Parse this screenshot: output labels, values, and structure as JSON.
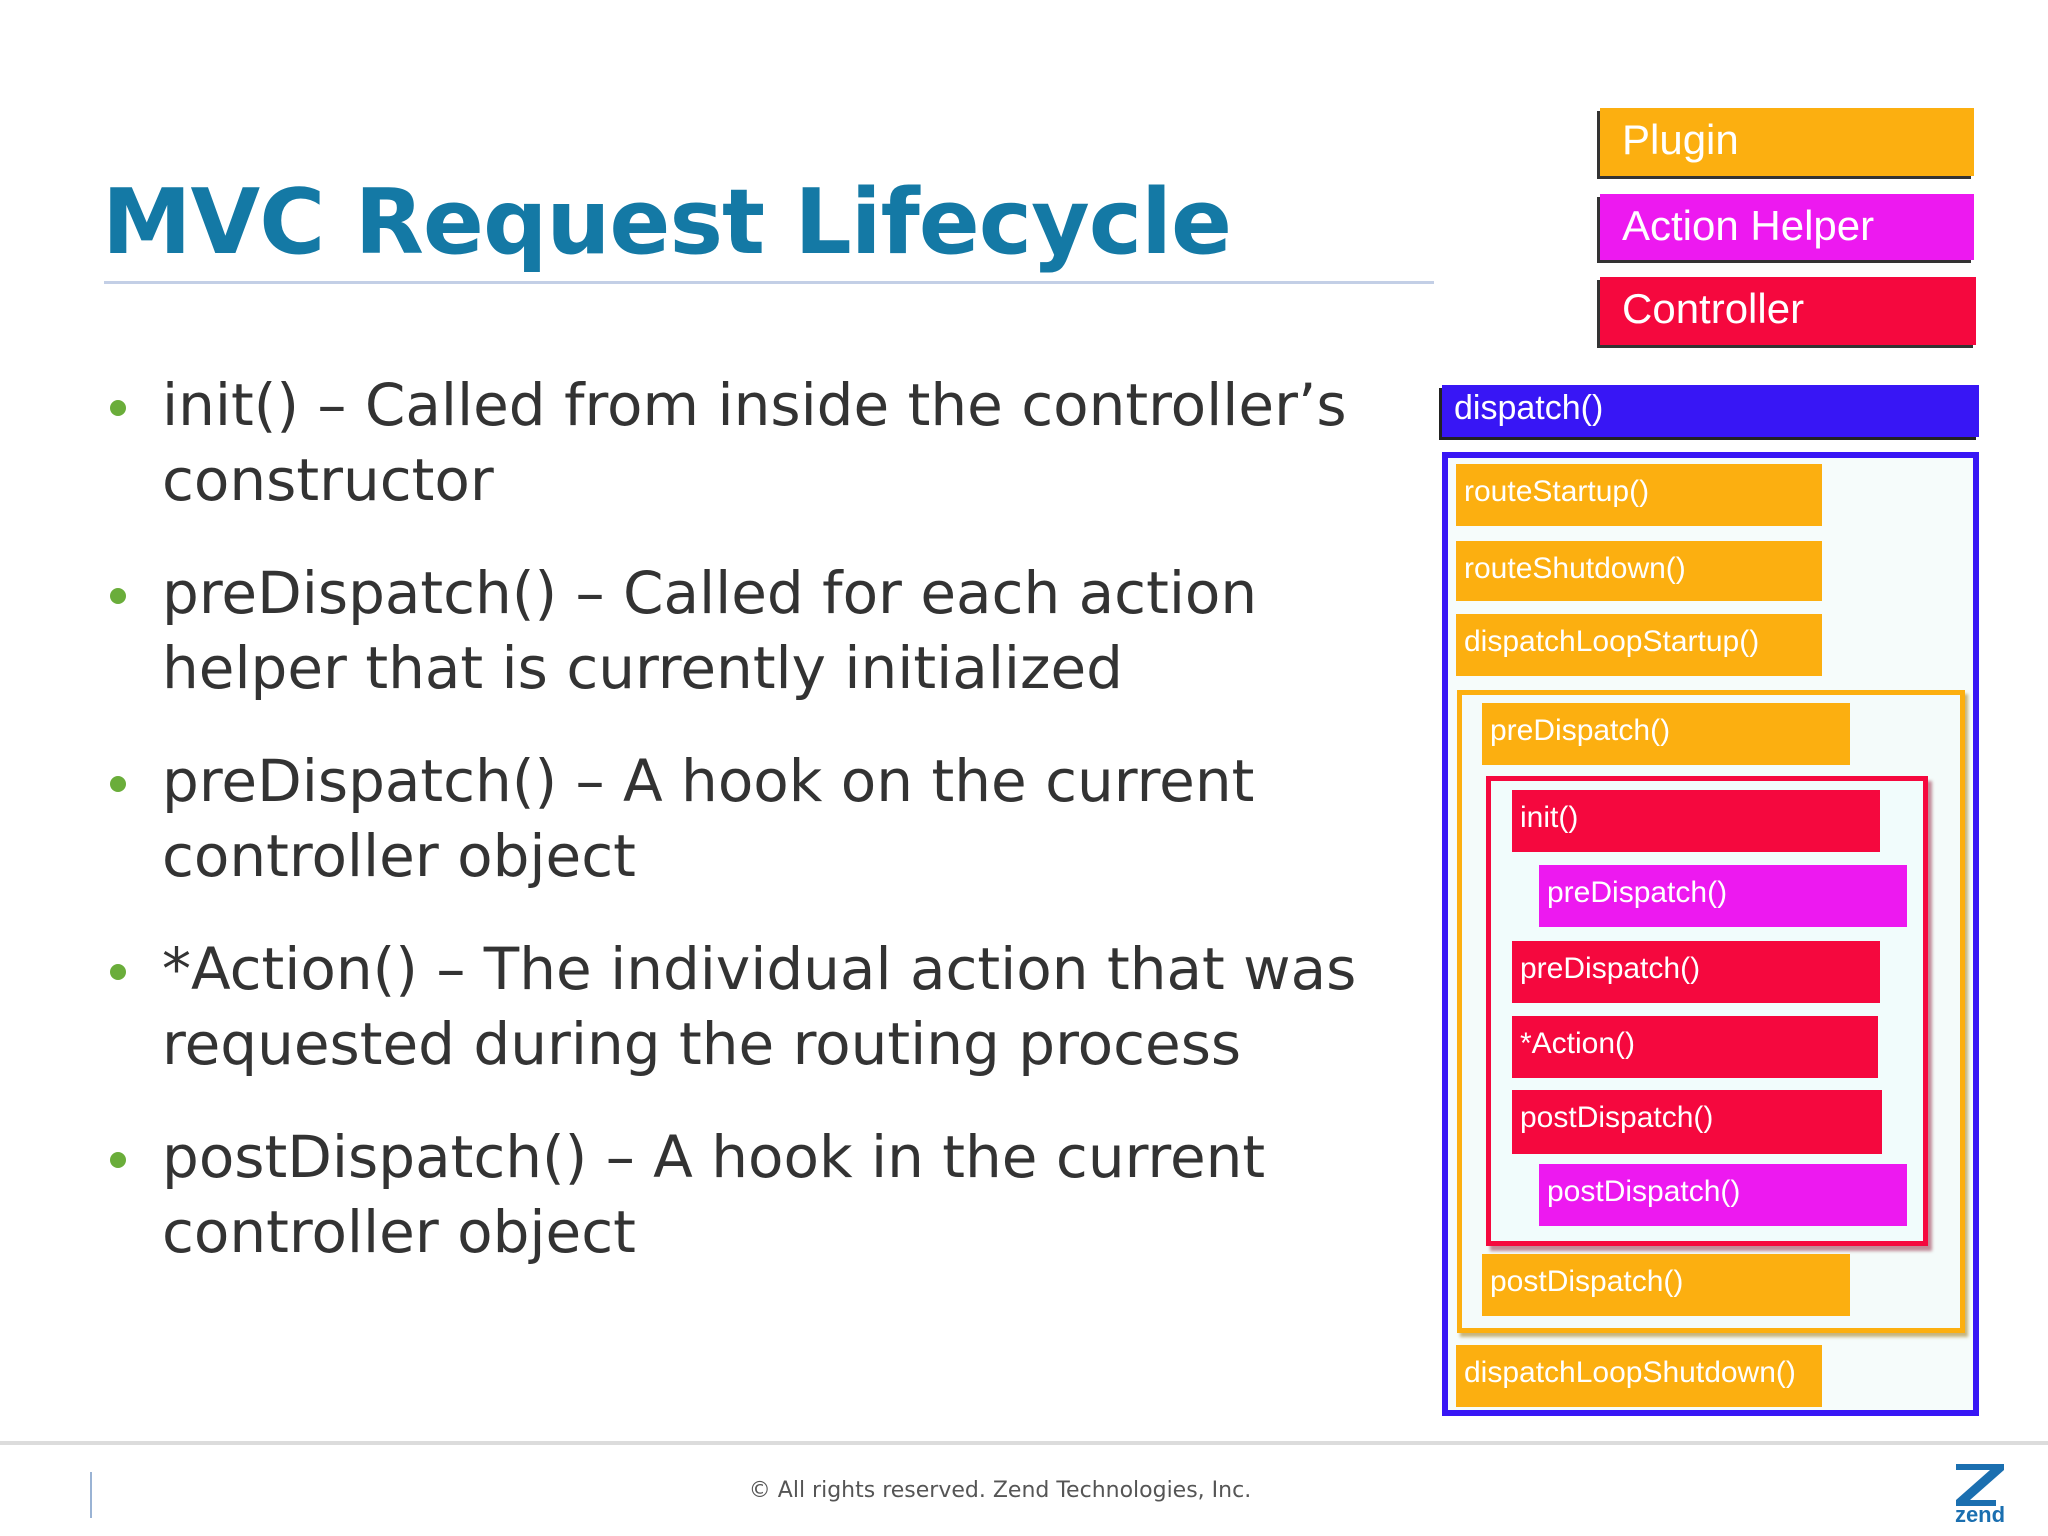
{
  "slide": {
    "title": "MVC Request Lifecycle",
    "bullets": [
      {
        "line1": "init() – Called from inside the controller’s",
        "line2": "constructor"
      },
      {
        "line1": "preDispatch() – Called for each action",
        "line2": "helper that is currently initialized"
      },
      {
        "line1": "preDispatch() – A hook on the current",
        "line2": "controller object"
      },
      {
        "line1": "*Action() – The individual action that was",
        "line2": "requested during the routing process"
      },
      {
        "line1": "postDispatch() – A hook in the current",
        "line2": "controller object"
      }
    ]
  },
  "legend": {
    "plugin": "Plugin",
    "action_helper": "Action Helper",
    "controller": "Controller"
  },
  "diagram": {
    "dispatch": "dispatch()",
    "route_startup": "routeStartup()",
    "route_shutdown": "routeShutdown()",
    "dispatch_loop_startup": "dispatchLoopStartup()",
    "plugin_pre_dispatch": "preDispatch()",
    "controller_init": "init()",
    "helper_pre_dispatch": "preDispatch()",
    "controller_pre_dispatch": "preDispatch()",
    "controller_action": "*Action()",
    "controller_post_dispatch": "postDispatch()",
    "helper_post_dispatch": "postDispatch()",
    "plugin_post_dispatch": "postDispatch()",
    "dispatch_loop_shutdown": "dispatchLoopShutdown()"
  },
  "footer": {
    "copyright": "© All rights reserved. Zend Technologies, Inc.",
    "logo_text": "zend"
  },
  "colors": {
    "title": "#1479a5",
    "bullet_dot": "#6aad3a",
    "plugin": "#fcaf10",
    "action_helper": "#ed19f0",
    "controller": "#f5083e",
    "dispatch": "#3816f5"
  }
}
